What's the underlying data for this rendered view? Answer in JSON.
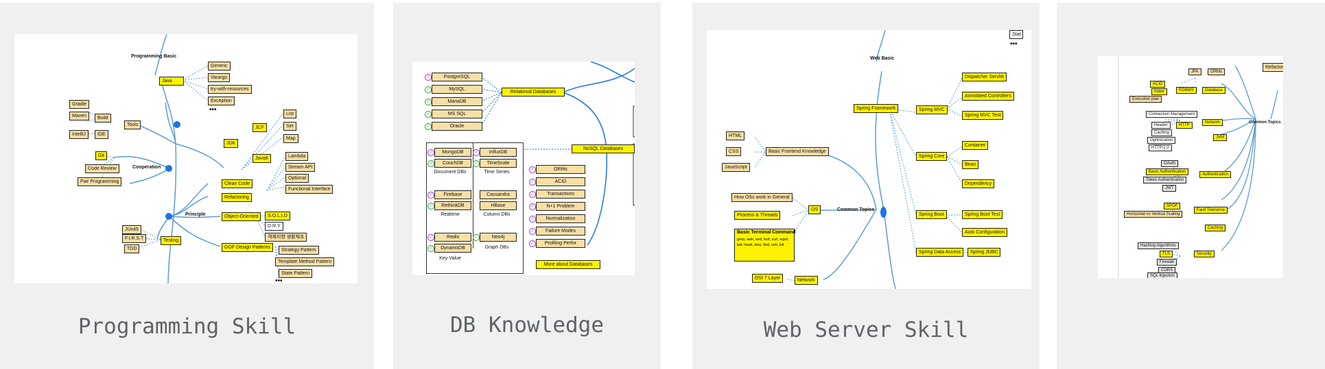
{
  "cards": [
    {
      "caption": "Programming Skill"
    },
    {
      "caption": "DB Knowledge"
    },
    {
      "caption": "Web Server Skill"
    },
    {
      "caption": ""
    }
  ],
  "programming": {
    "root": "Programming Basic",
    "java": "Java",
    "java_children": [
      "Generic",
      "Varargs",
      "try-with-resources",
      "Exception"
    ],
    "jdk": "JDK",
    "jcf": "JCF",
    "jcf_children": [
      "List",
      "Set",
      "Map"
    ],
    "java8": "Java8",
    "java8_children": [
      "Lambda",
      "Stream API",
      "Optional",
      "Functional Interface"
    ],
    "tools": "Tools",
    "build": "Build",
    "build_children": [
      "Gradle",
      "Maven"
    ],
    "ide": "IDE",
    "ide_children": [
      "IntelliJ"
    ],
    "cooperation": "Cooperation",
    "cooperation_children": [
      "Git",
      "Code Review",
      "Pair Programming"
    ],
    "principle": "Principle",
    "principle_children": [
      "Clean Code",
      "Refactoring",
      "Object-Oriented",
      "GOF Design Patterns"
    ],
    "oo_children": [
      "S.O.L.I.D",
      "D.R.Y",
      "객체지향 생활체조"
    ],
    "gof_children": [
      "Strategy Pattern",
      "Template Method Pattern",
      "State Pattern"
    ],
    "testing": "Testing",
    "testing_children": [
      "JUnit5",
      "F.I.R.S.T",
      "TDD"
    ],
    "more": "•••"
  },
  "db": {
    "relational": "Relational Databases",
    "relational_children": [
      "PostgreSQL",
      "MySQL",
      "MariaDB",
      "MS SQL",
      "Oracle"
    ],
    "nosql": "NoSQL Databases",
    "nosql_groups": [
      {
        "items": [
          "MongoDB",
          "CouchDB"
        ],
        "label": "Document DBs"
      },
      {
        "items": [
          "InfluxDB",
          "TimeScale"
        ],
        "label": "Time Series"
      },
      {
        "items": [
          "Firebase",
          "RethinkDB"
        ],
        "label": "Realtime"
      },
      {
        "items": [
          "Cassandra",
          "HBase"
        ],
        "label": "Column DBs"
      },
      {
        "items": [
          "Redis",
          "DynamoDB"
        ],
        "label": "Key-Value"
      },
      {
        "items": [
          "Neo4j"
        ],
        "label": "Graph DBs"
      }
    ],
    "more_topics": [
      "ORMs",
      "ACID",
      "Transactions",
      "N+1 Problem",
      "Normalization",
      "Failure Modes",
      "Profiling Perfor"
    ],
    "more_about": "More about Databases"
  },
  "web": {
    "root": "Web Basic",
    "spring_framework": "Spring Framework",
    "spring_mvc": "Spring MVC",
    "spring_mvc_children": [
      "Dispatcher Servlet",
      "Annotated Controllers",
      "Spring MVC Test"
    ],
    "spring_core": "Spring Core",
    "spring_core_children": [
      "Container",
      "Bean",
      "Dependency"
    ],
    "spring_boot": "Spring Boot",
    "spring_boot_children": [
      "Spring Boot Test",
      "Auto Configuration"
    ],
    "spring_data": "Spring Data Access",
    "spring_data_children": [
      "Spring JDBC"
    ],
    "frontend": "Basic Frontend Knowledge",
    "frontend_children": [
      "HTML",
      "CSS",
      "JavaScript"
    ],
    "common": "Common Topics",
    "os": "OS",
    "os_children": [
      "How OSs work in General",
      "Process & Threads",
      "Basic Terminal Command"
    ],
    "terminal_detail": "grep, awk, sed, lsof, curl, wget, tail, head, less, find, ssh, kill",
    "network": "Network",
    "network_children": [
      "OSI 7 Layer"
    ],
    "stat_partial": "Stat",
    "more": "•••"
  },
  "fourth": {
    "refactor_partial": "Refactori",
    "common": "Common Topics",
    "jpa": "JPA",
    "orms": "ORMs",
    "db_items": [
      "ACID",
      "Index",
      "Execution plan"
    ],
    "rdbms": "RDBMS",
    "database": "Database",
    "connection": "Connection Management",
    "network_items": [
      "Header",
      "Caching",
      "Optimization",
      "HTTP/2.0"
    ],
    "http": "HTTP",
    "network": "Network",
    "jvm": "JVM",
    "auth_items": [
      "OAuth",
      "Basic Authentication",
      "Token Authentication",
      "JWT"
    ],
    "authentication": "Authentication",
    "spof": "SPOF",
    "scaling": "Horizontal vs Vertical Scaling",
    "fault": "Fault Tolerance",
    "caching": "Caching",
    "security_items": [
      "Hashing Algorithms",
      "TLS",
      "Firewall",
      "CORS",
      "SQL Injection"
    ],
    "security": "Security"
  },
  "colors": {
    "card_bg": "#f0f0f0",
    "node_yellow": "#fff200",
    "node_tan": "#f7dfa5",
    "hub_blue": "#1a73e8",
    "caption": "#5f6368"
  }
}
